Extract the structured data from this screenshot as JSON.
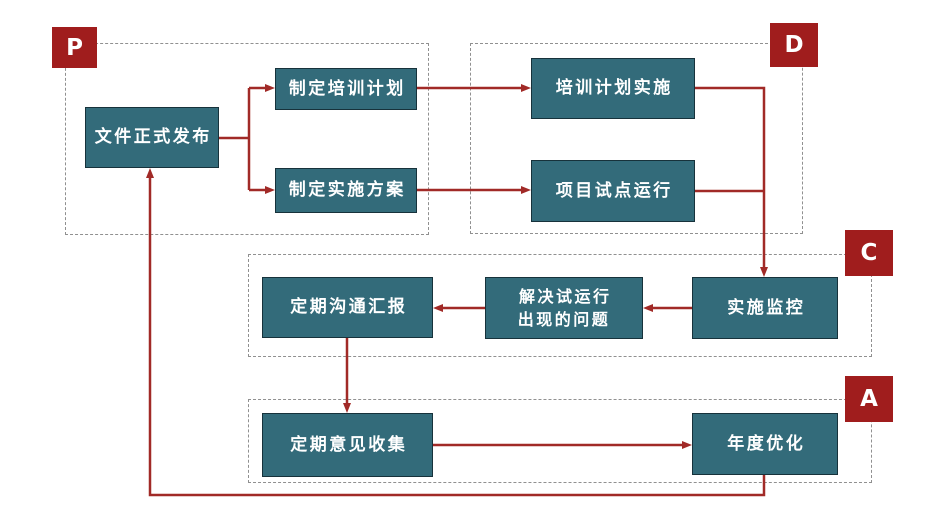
{
  "diagram_type": "PDCA flowchart",
  "phases": {
    "p": "P",
    "d": "D",
    "c": "C",
    "a": "A"
  },
  "nodes": {
    "publish": "文件正式发布",
    "training_plan": "制定培训计划",
    "impl_plan": "制定实施方案",
    "training_impl": "培训计划实施",
    "pilot_run": "项目试点运行",
    "comm_report": "定期沟通汇报",
    "solve_problems": "解决试运行\n出现的问题",
    "monitor": "实施监控",
    "collect_feedback": "定期意见收集",
    "annual_optimize": "年度优化"
  },
  "edges": [
    "文件正式发布 -> 制定培训计划",
    "文件正式发布 -> 制定实施方案",
    "制定培训计划 -> 培训计划实施",
    "制定实施方案 -> 项目试点运行",
    "培训计划实施 -> 实施监控",
    "项目试点运行 -> 实施监控",
    "实施监控 -> 解决试运行出现的问题",
    "解决试运行出现的问题 -> 定期沟通汇报",
    "定期沟通汇报 -> 定期意见收集",
    "定期意见收集 -> 年度优化",
    "年度优化 -> 文件正式发布"
  ],
  "colors": {
    "box": "#336B7A",
    "box-border": "#17323B",
    "accent": "#A01D1D",
    "arrow": "#A12A27",
    "dash": "#909090",
    "bg": "#FFFFFF"
  }
}
